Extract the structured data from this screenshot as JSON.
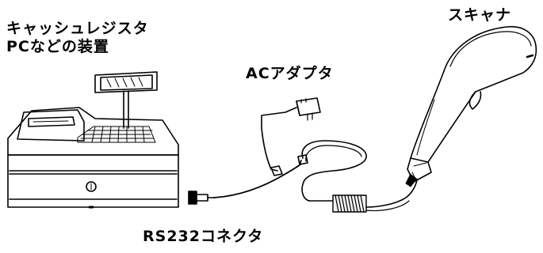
{
  "labels": {
    "register_line1": "キャッシュレジスタ",
    "register_line2": "PCなどの装置",
    "ac_adapter": "ACアダプタ",
    "scanner": "スキャナ",
    "rs232": "RS232コネクタ"
  },
  "colors": {
    "ink": "#000000",
    "background": "#ffffff",
    "light_fill": "#f2f2f2"
  }
}
